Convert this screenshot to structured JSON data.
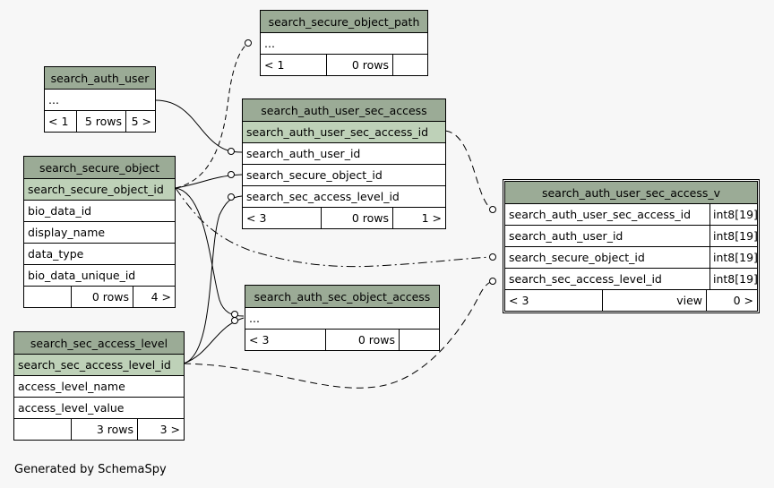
{
  "tables": {
    "secure_object_path": {
      "title": "search_secure_object_path",
      "rows": [
        "..."
      ],
      "footer": [
        "< 1",
        "0 rows",
        ""
      ]
    },
    "auth_user": {
      "title": "search_auth_user",
      "rows": [
        "..."
      ],
      "footer": [
        "< 1",
        "5 rows",
        "5 >"
      ]
    },
    "auth_user_sec_access": {
      "title": "search_auth_user_sec_access",
      "pk": "search_auth_user_sec_access_id",
      "rows": [
        "search_auth_user_id",
        "search_secure_object_id",
        "search_sec_access_level_id"
      ],
      "footer": [
        "< 3",
        "0 rows",
        "1 >"
      ]
    },
    "secure_object": {
      "title": "search_secure_object",
      "pk": "search_secure_object_id",
      "rows": [
        "bio_data_id",
        "display_name",
        "data_type",
        "bio_data_unique_id"
      ],
      "footer": [
        "",
        "0 rows",
        "4 >"
      ]
    },
    "auth_sec_object_access": {
      "title": "search_auth_sec_object_access",
      "rows": [
        "..."
      ],
      "footer": [
        "< 3",
        "0 rows",
        ""
      ]
    },
    "sec_access_level": {
      "title": "search_sec_access_level",
      "pk": "search_sec_access_level_id",
      "rows": [
        "access_level_name",
        "access_level_value"
      ],
      "footer": [
        "",
        "3 rows",
        "3 >"
      ]
    },
    "view": {
      "title": "search_auth_user_sec_access_v",
      "rows": [
        {
          "name": "search_auth_user_sec_access_id",
          "type": "int8[19]"
        },
        {
          "name": "search_auth_user_id",
          "type": "int8[19]"
        },
        {
          "name": "search_secure_object_id",
          "type": "int8[19]"
        },
        {
          "name": "search_sec_access_level_id",
          "type": "int8[19]"
        }
      ],
      "footer": [
        "< 3",
        "view",
        "0 >"
      ]
    }
  },
  "footer_text": "Generated by SchemaSpy",
  "colors": {
    "header": "#9bab96",
    "primary_key": "#bed1b8",
    "background": "#f7f7f7"
  }
}
